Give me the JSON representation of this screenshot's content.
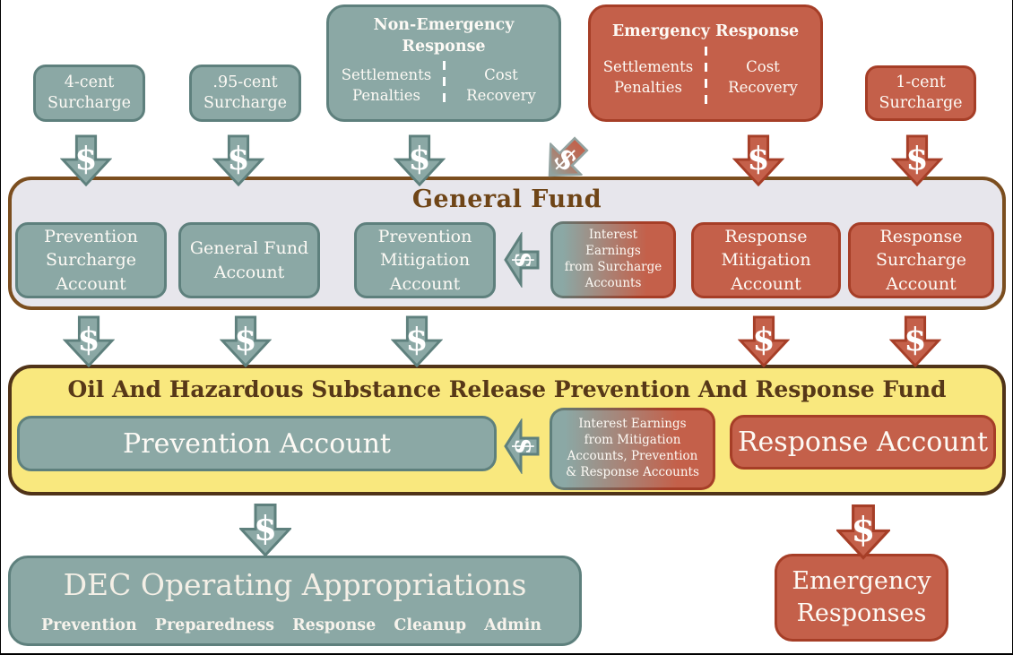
{
  "colors": {
    "teal_fill": "#8BA8A5",
    "teal_border": "#5E807D",
    "red_fill": "#C4604A",
    "red_border": "#A63E27",
    "gray_band_fill": "#E7E6EC",
    "gray_band_border": "#7B4E1F",
    "yellow_band_fill": "#F9E87E",
    "yellow_band_border": "#503318",
    "general_fund_title_color": "#6F4517",
    "fund_title_color": "#573818",
    "diag_arrow_border": "#93A3A1",
    "text_white": "#FFFFFF"
  },
  "symbols": {
    "dollar": "$"
  },
  "sources": {
    "surcharge_4cent": "4-cent\nSurcharge",
    "surcharge_95cent": ".95-cent\nSurcharge",
    "non_emergency": {
      "title": "Non-Emergency\nResponse",
      "left": "Settlements\nPenalties",
      "right": "Cost\nRecovery"
    },
    "emergency": {
      "title": "Emergency Response",
      "left": "Settlements\nPenalties",
      "right": "Cost\nRecovery"
    },
    "surcharge_1cent": "1-cent\nSurcharge"
  },
  "general_fund": {
    "title": "General Fund",
    "prevention_surcharge_account": "Prevention\nSurcharge\nAccount",
    "general_fund_account": "General Fund\nAccount",
    "prevention_mitigation_account": "Prevention\nMitigation\nAccount",
    "interest_earnings": "Interest\nEarnings\nfrom Surcharge\nAccounts",
    "response_mitigation_account": "Response\nMitigation\nAccount",
    "response_surcharge_account": "Response\nSurcharge\nAccount"
  },
  "fund": {
    "title": "Oil And Hazardous Substance Release Prevention And Response Fund",
    "prevention_account": "Prevention Account",
    "interest_earnings": "Interest Earnings\nfrom Mitigation\nAccounts, Prevention\n& Response Accounts",
    "response_account": "Response Account"
  },
  "bottom": {
    "dec": {
      "title": "DEC Operating Appropriations",
      "categories": [
        "Prevention",
        "Preparedness",
        "Response",
        "Cleanup",
        "Admin"
      ]
    },
    "emergency_responses": "Emergency\nResponses"
  }
}
